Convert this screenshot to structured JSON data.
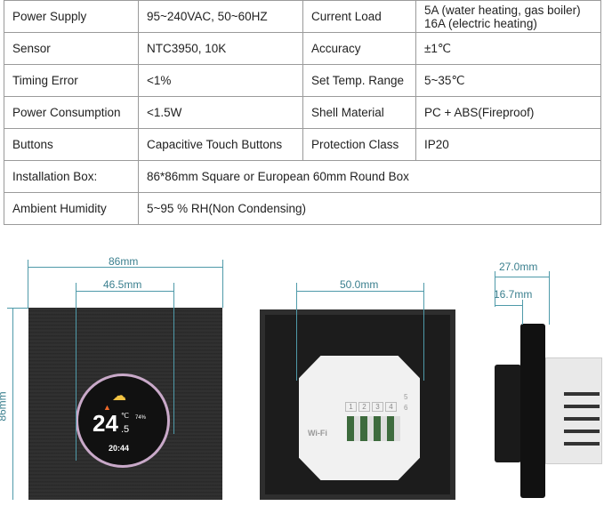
{
  "specs": [
    {
      "k1": "Power Supply",
      "v1": "95~240VAC, 50~60HZ",
      "k2": "Current Load",
      "v2a": "5A (water heating, gas boiler)",
      "v2b": "16A (electric heating)"
    },
    {
      "k1": "Sensor",
      "v1": "NTC3950, 10K",
      "k2": "Accuracy",
      "v2a": "±1℃"
    },
    {
      "k1": "Timing Error",
      "v1": "<1%",
      "k2": "Set Temp. Range",
      "v2a": "5~35℃"
    },
    {
      "k1": "Power Consumption",
      "v1": "<1.5W",
      "k2": "Shell Material",
      "v2a": "PC + ABS(Fireproof)"
    },
    {
      "k1": "Buttons",
      "v1": "Capacitive Touch Buttons",
      "k2": "Protection Class",
      "v2a": "IP20"
    }
  ],
  "wide": [
    {
      "k": "Installation Box:",
      "v": "86*86mm Square or European 60mm Round Box"
    },
    {
      "k": "Ambient Humidity",
      "v": "5~95 % RH(Non Condensing)"
    }
  ],
  "dims": {
    "front_width": "86mm",
    "screen_width": "46.5mm",
    "front_height": "86mm",
    "back_width": "50.0mm",
    "depth_total": "27.0mm",
    "depth_box": "16.7mm"
  },
  "screen": {
    "temp": "24",
    "decimal": ".5",
    "unit": "℃",
    "humidity": "74%",
    "time": "20:44"
  },
  "back_labels": {
    "wifi": "Wi-Fi",
    "terminals": [
      "1",
      "2",
      "3",
      "4",
      "5",
      "6"
    ]
  },
  "colors": {
    "dimension": "#4f9aa9"
  }
}
